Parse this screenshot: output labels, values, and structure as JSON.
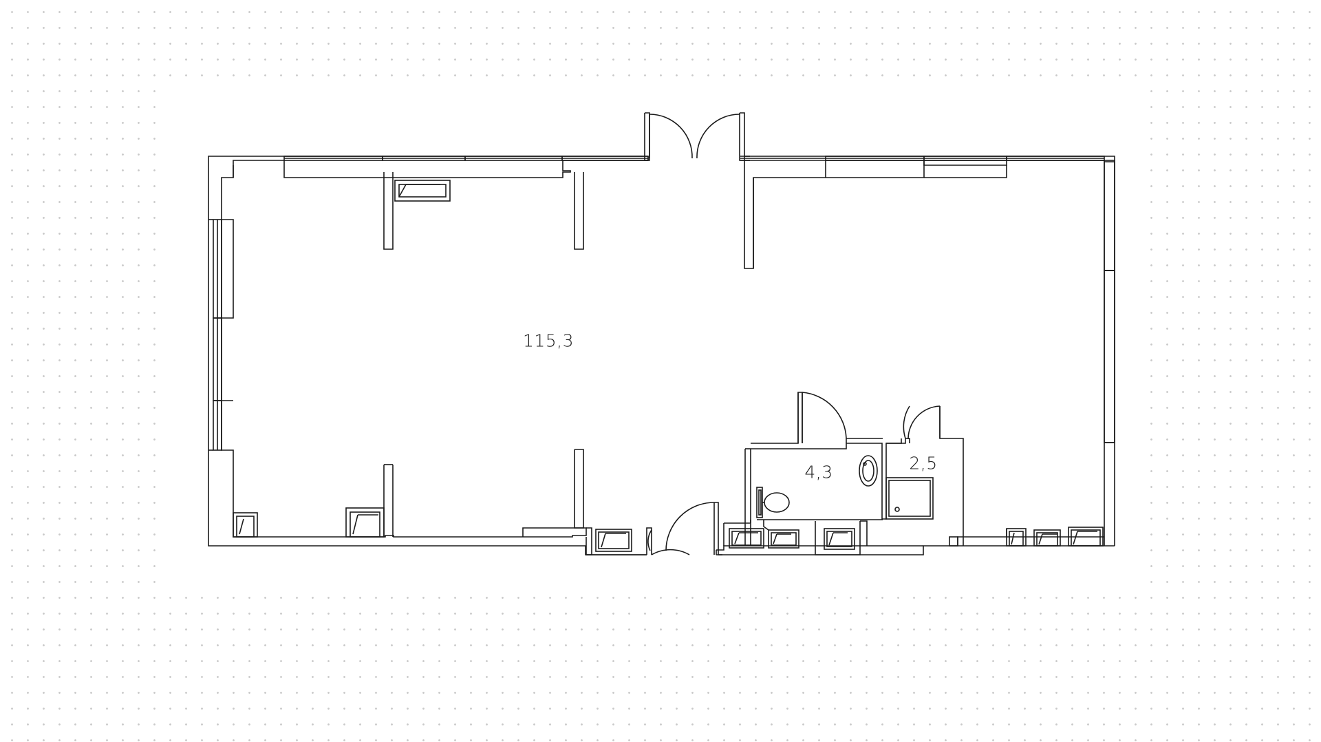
{
  "rooms": [
    {
      "id": "main-hall",
      "area": "115,3"
    },
    {
      "id": "bathroom",
      "area": "4,3"
    },
    {
      "id": "storage",
      "area": "2,5"
    }
  ],
  "colors": {
    "line": "#1a1a1a",
    "fill": "#ffffff",
    "grid_dot": "#c9c9c9"
  }
}
